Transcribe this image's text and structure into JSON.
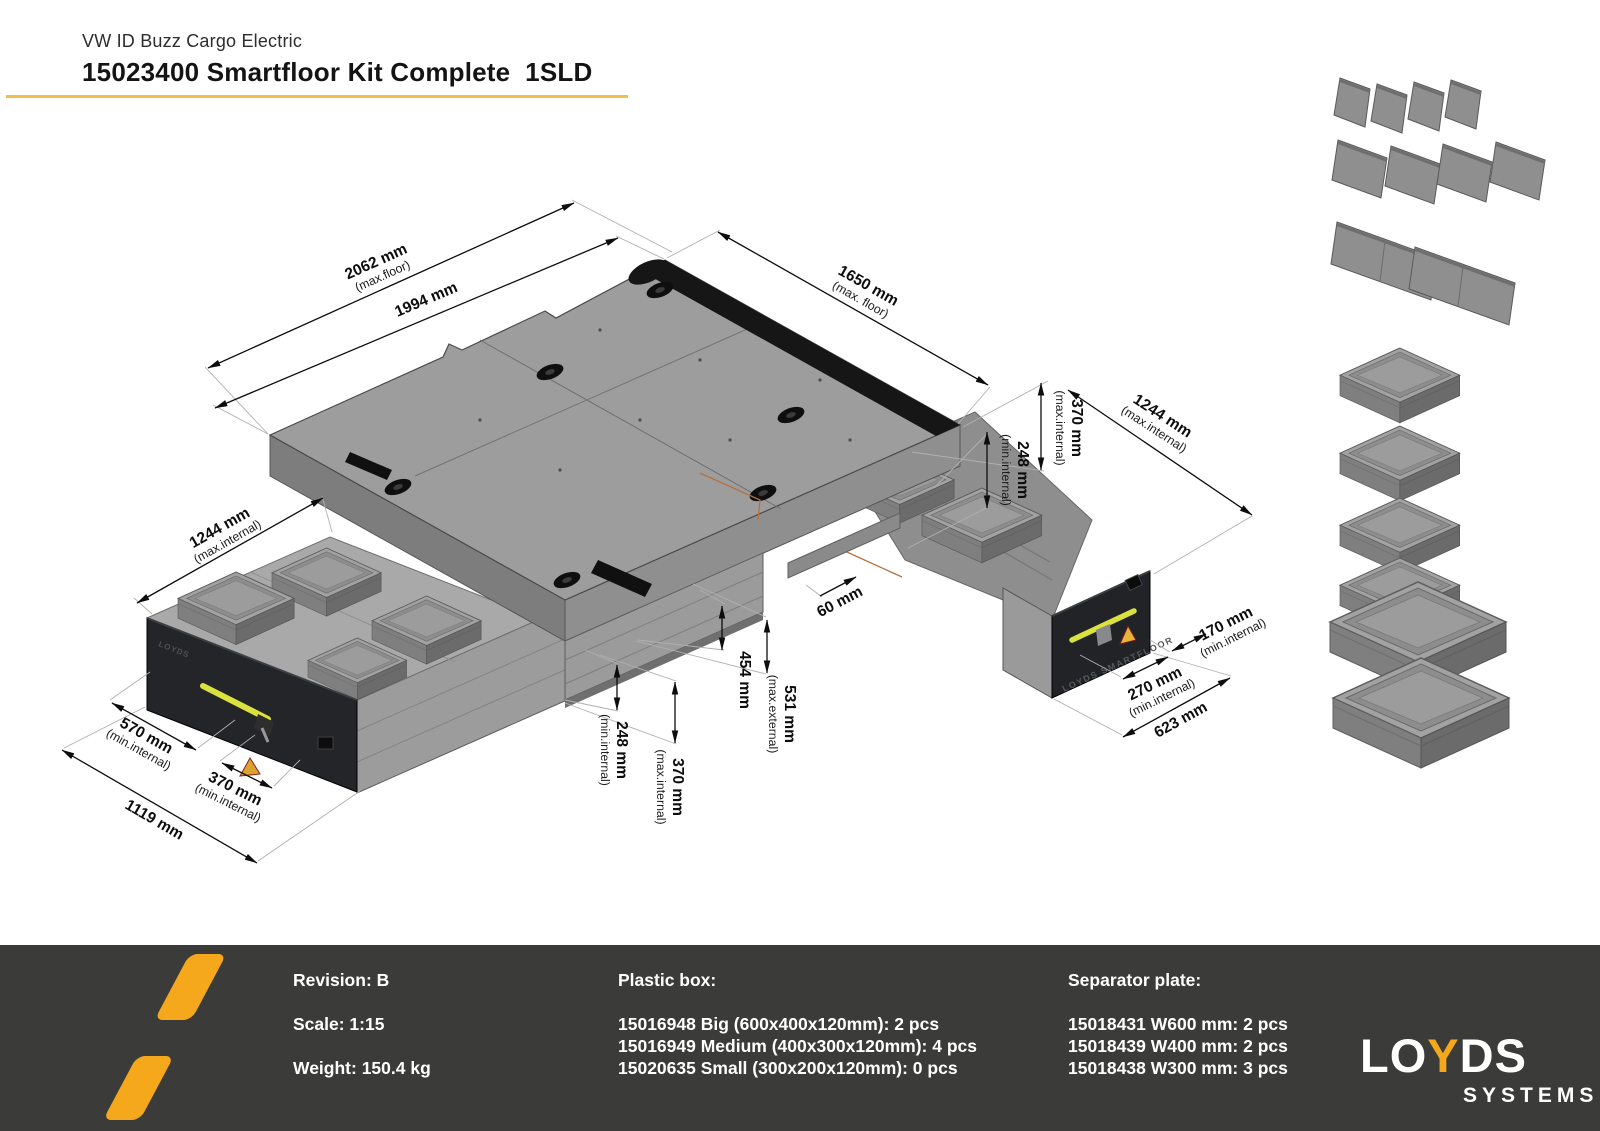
{
  "header": {
    "model": "VW ID Buzz Cargo Electric",
    "title": "15023400 Smartfloor Kit Complete  1SLD"
  },
  "colors": {
    "accent_yellow": "#F6A81C",
    "underline_yellow": "#EFBE4B",
    "footer_bg": "#3B3B39",
    "handle_yellow": "#DBE13F",
    "floor_gray": "#9D9D9D"
  },
  "drawing": {
    "left_drawer_brand": "LOYDS",
    "right_drawer_brand": "LOYDS SMARTFLOOR",
    "dimensions": {
      "d2062": {
        "value": "2062 mm",
        "note": "(max.floor)"
      },
      "d1994": {
        "value": "1994 mm",
        "note": ""
      },
      "d1650": {
        "value": "1650 mm",
        "note": "(max. floor)"
      },
      "d370_right": {
        "value": "370 mm",
        "note": "(max.internal)"
      },
      "d248_right": {
        "value": "248 mm",
        "note": "(min.internal)"
      },
      "d1244_right": {
        "value": "1244 mm",
        "note": "(max.internal)"
      },
      "d1244_left": {
        "value": "1244 mm",
        "note": "(max.internal)"
      },
      "d570": {
        "value": "570 mm",
        "note": "(min.internal)"
      },
      "d370_left": {
        "value": "370 mm",
        "note": "(min.internal)"
      },
      "d1119": {
        "value": "1119 mm",
        "note": ""
      },
      "d454": {
        "value": "454 mm",
        "note": ""
      },
      "d531": {
        "value": "531 mm",
        "note": "(max.external)"
      },
      "d248_bottom": {
        "value": "248 mm",
        "note": "(min.internal)"
      },
      "d370_bottom": {
        "value": "370 mm",
        "note": "(max.internal)"
      },
      "d60": {
        "value": "60 mm",
        "note": ""
      },
      "d170": {
        "value": "170 mm",
        "note": "(min.internal)"
      },
      "d270": {
        "value": "270 mm",
        "note": "(min.internal)"
      },
      "d623": {
        "value": "623 mm",
        "note": ""
      }
    }
  },
  "footer": {
    "revision": "Revision: B",
    "scale": "Scale: 1:15",
    "weight": "Weight: 150.4 kg",
    "plastic_box": {
      "heading": "Plastic box:",
      "items": [
        "15016948 Big (600x400x120mm): 2 pcs",
        "15016949 Medium (400x300x120mm): 4 pcs",
        "15020635 Small (300x200x120mm): 0 pcs"
      ]
    },
    "separator_plate": {
      "heading": "Separator plate:",
      "items": [
        "15018431 W600 mm: 2 pcs",
        "15018439 W400 mm: 2 pcs",
        "15018438 W300 mm: 3 pcs"
      ]
    },
    "logo": {
      "lo": "LO",
      "y": "Y",
      "ds": "DS",
      "sub": "SYSTEMS"
    }
  }
}
